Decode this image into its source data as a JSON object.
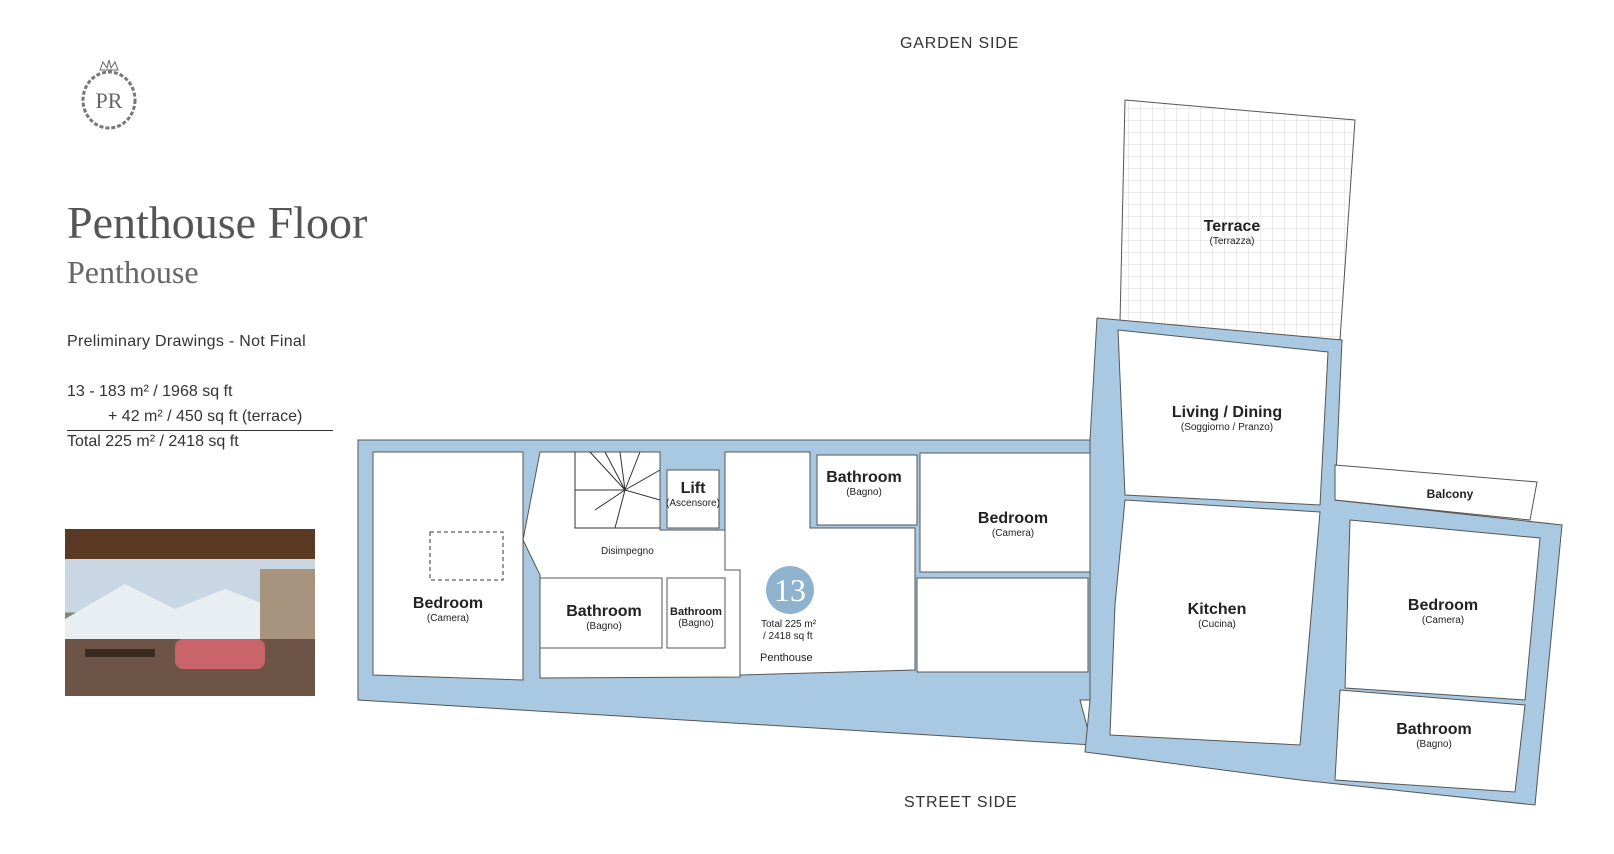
{
  "logo": {
    "monogram": "PR"
  },
  "header": {
    "title": "Penthouse Floor",
    "subtitle": "Penthouse",
    "note": "Preliminary Drawings - Not Final"
  },
  "areas": {
    "line1": "13 - 183 m² / 1968 sq ft",
    "line2": "+ 42 m² / 450 sq ft (terrace)",
    "line3": "Total  225 m² / 2418 sq ft"
  },
  "orientation": {
    "top": "GARDEN SIDE",
    "bottom": "STREET SIDE"
  },
  "unit": {
    "number": "13",
    "total_line1": "Total 225 m²",
    "total_line2": "/ 2418 sq ft",
    "name": "Penthouse"
  },
  "rooms": [
    {
      "name": "Terrace",
      "sub": "(Terrazza)"
    },
    {
      "name": "Living / Dining",
      "sub": "(Soggiorno / Pranzo)"
    },
    {
      "name": "Balcony",
      "sub": ""
    },
    {
      "name": "Bathroom",
      "sub": "(Bagno)"
    },
    {
      "name": "Bedroom",
      "sub": "(Camera)"
    },
    {
      "name": "Lift",
      "sub": "(Ascensore)"
    },
    {
      "name": "Disimpegno",
      "sub": ""
    },
    {
      "name": "Bedroom",
      "sub": "(Camera)"
    },
    {
      "name": "Bathroom",
      "sub": "(Bagno)"
    },
    {
      "name": "Bathroom",
      "sub": "(Bagno)"
    },
    {
      "name": "Kitchen",
      "sub": "(Cucina)"
    },
    {
      "name": "Bedroom",
      "sub": "(Camera)"
    },
    {
      "name": "Bathroom",
      "sub": "(Bagno)"
    }
  ],
  "colors": {
    "wall": "#a9c9e2",
    "badge": "#8fb3cf"
  }
}
